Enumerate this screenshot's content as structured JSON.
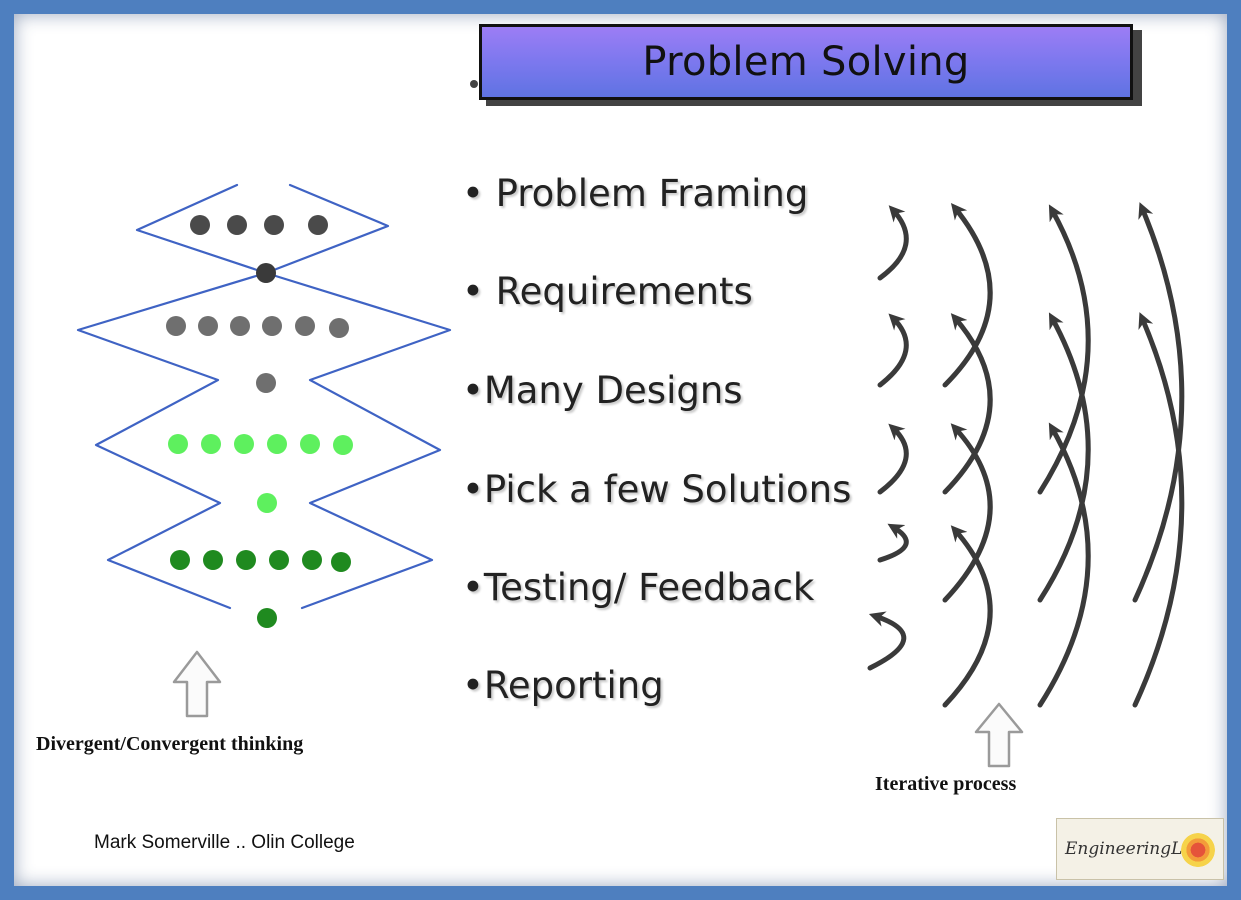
{
  "title": "Problem Solving",
  "bullets": [
    {
      "bullet": "•",
      "text": " Problem Framing"
    },
    {
      "bullet": "•",
      "text": "Requirements"
    },
    {
      "bullet": "•",
      "text": "Many Designs"
    },
    {
      "bullet": "•",
      "text": "Pick a few Solutions"
    },
    {
      "bullet": "•",
      "text": "Testing/ Feedback"
    },
    {
      "bullet": "•",
      "text": "Reporting"
    }
  ],
  "captions": {
    "left": "Divergent/Convergent thinking",
    "right": "Iterative  process"
  },
  "credit": "Mark Somerville  .. Olin College",
  "logo": {
    "text": "EngineeringLens"
  },
  "colors": {
    "frame": "#4e7fbf",
    "zigzag": "#3f63c4",
    "dot_dark_gray": "#4a4a4a",
    "dot_gray": "#6f6f6f",
    "dot_light_green": "#5ef05e",
    "dot_dark_green": "#1f8a1f",
    "arrow": "#3a3a3a"
  }
}
